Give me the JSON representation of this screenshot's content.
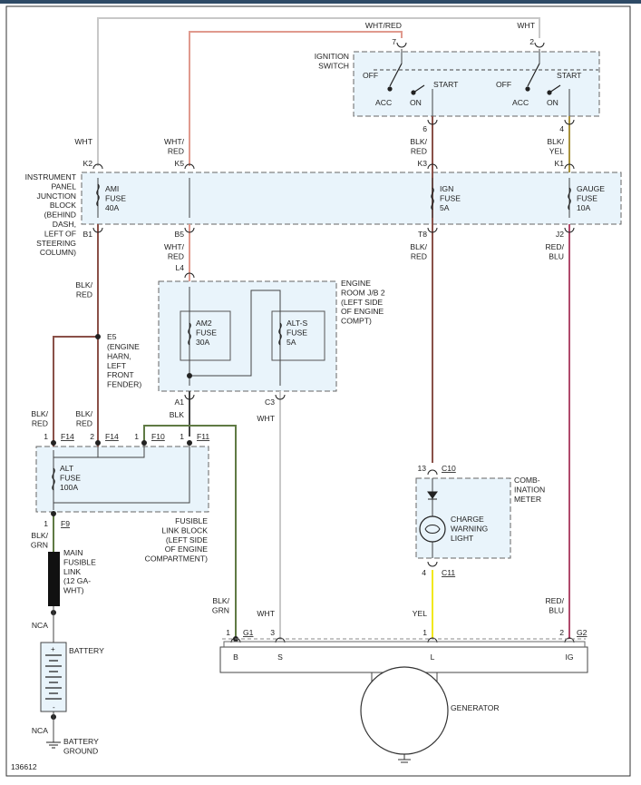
{
  "diagram_id": "136612",
  "components": {
    "ignition_switch": "IGNITION\nSWITCH",
    "ig_off_left": "OFF",
    "ig_acc_left": "ACC",
    "ig_on_left": "ON",
    "ig_start_left": "START",
    "ig_off_right": "OFF",
    "ig_acc_right": "ACC",
    "ig_on_right": "ON",
    "ig_start_right": "START",
    "ipjb": "INSTRUMENT\nPANEL\nJUNCTION\nBLOCK\n(BEHIND\nDASH,\nLEFT OF\nSTEERING\nCOLUMN)",
    "ami_fuse": "AMI\nFUSE\n40A",
    "ign_fuse": "IGN\nFUSE\n5A",
    "gauge_fuse": "GAUGE\nFUSE\n10A",
    "erjb": "ENGINE\nROOM J/B 2\n(LEFT SIDE\nOF ENGINE\nCOMPT)",
    "am2_fuse": "AM2\nFUSE\n30A",
    "alts_fuse": "ALT-S\nFUSE\n5A",
    "e5_note": "(ENGINE\nHARN,\nLEFT\nFRONT\nFENDER)",
    "alt_fuse": "ALT\nFUSE\n100A",
    "fusible_block": "FUSIBLE\nLINK BLOCK\n(LEFT SIDE\nOF ENGINE\nCOMPARTMENT)",
    "main_link": "MAIN\nFUSIBLE\nLINK\n(12 GA-\nWHT)",
    "battery": "BATTERY",
    "battery_ground": "BATTERY\nGROUND",
    "combo_meter": "COMB-\nINATION\nMETER",
    "charge_light": "CHARGE\nWARNING\nLIGHT",
    "generator": "GENERATOR",
    "gen_b": "B",
    "gen_s": "S",
    "gen_l": "L",
    "gen_ig": "IG"
  },
  "connectors": {
    "k2": "K2",
    "k5": "K5",
    "k3": "K3",
    "k1": "K1",
    "b1": "B1",
    "b5": "B5",
    "t8": "T8",
    "j2": "J2",
    "l4": "L4",
    "a1": "A1",
    "c3": "C3",
    "e5": "E5",
    "f14a": "F14",
    "f14b": "F14",
    "f10": "F10",
    "f11": "F11",
    "f9": "F9",
    "c10": "C10",
    "c11": "C11",
    "g1": "G1",
    "g2": "G2",
    "pin_7": "7",
    "pin_2": "2",
    "pin_6": "6",
    "pin_4_top": "4",
    "pin_1_f14": "1",
    "pin_2_f14": "2",
    "pin_1_f10": "1",
    "pin_1_f11": "1",
    "pin_1_f9": "1",
    "pin_13": "13",
    "pin_4_c11": "4",
    "pin_1_g1": "1",
    "pin_3_s": "3",
    "pin_1_l": "1",
    "pin_2_g2": "2",
    "nca_top": "NCA",
    "nca_bottom": "NCA"
  },
  "wires": {
    "wht_red_top": "WHT/RED",
    "wht_top": "WHT",
    "wht_k2": "WHT",
    "wht_red_k5": "WHT/\nRED",
    "blk_red_k3": "BLK/\nRED",
    "blk_yel_k1": "BLK/\nYEL",
    "blk_red_b1": "BLK/\nRED",
    "wht_red_b5": "WHT/\nRED",
    "blk_red_t8": "BLK/\nRED",
    "red_blu_j2": "RED/\nBLU",
    "blk_a1": "BLK",
    "wht_c3": "WHT",
    "blk_red_left": "BLK/\nRED",
    "blk_red_mid": "BLK/\nRED",
    "blk_grn_f9": "BLK/\nGRN",
    "blk_grn_g1": "BLK/\nGRN",
    "wht_s": "WHT",
    "yel_l": "YEL",
    "red_blu_ig": "RED/\nBLU"
  },
  "colors": {
    "wht": "#c8c8c8",
    "wht_red": "#e09a8e",
    "blk_red": "#8a5048",
    "blk_yel": "#a8923e",
    "red_blu": "#b04a6c",
    "blk": "#444444",
    "blk_grn": "#5f7a44",
    "yel": "#f2e818",
    "link": "#111111"
  }
}
